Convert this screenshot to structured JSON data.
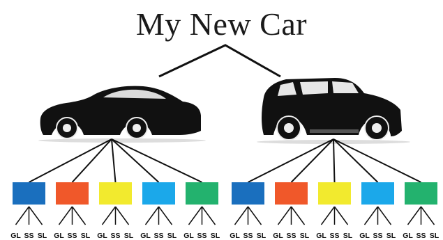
{
  "title": "My New Car",
  "cars": [
    {
      "name": "sedan",
      "icon": "sports-sedan-icon",
      "colors": [
        {
          "color": "#1a6fbe",
          "trims": [
            "GL",
            "SS",
            "SL"
          ]
        },
        {
          "color": "#f0582a",
          "trims": [
            "GL",
            "SS",
            "SL"
          ]
        },
        {
          "color": "#f2ea2e",
          "trims": [
            "GL",
            "SS",
            "SL"
          ]
        },
        {
          "color": "#1ba8ea",
          "trims": [
            "GL",
            "SS",
            "SL"
          ]
        },
        {
          "color": "#23b26e",
          "trims": [
            "GL",
            "SS",
            "SL"
          ]
        }
      ]
    },
    {
      "name": "suv",
      "icon": "suv-icon",
      "colors": [
        {
          "color": "#1a6fbe",
          "trims": [
            "GL",
            "SS",
            "SL"
          ]
        },
        {
          "color": "#f0582a",
          "trims": [
            "GL",
            "SS",
            "SL"
          ]
        },
        {
          "color": "#f2ea2e",
          "trims": [
            "GL",
            "SS",
            "SL"
          ]
        },
        {
          "color": "#1ba8ea",
          "trims": [
            "GL",
            "SS",
            "SL"
          ]
        },
        {
          "color": "#23b26e",
          "trims": [
            "GL",
            "SS",
            "SL"
          ]
        }
      ]
    }
  ]
}
